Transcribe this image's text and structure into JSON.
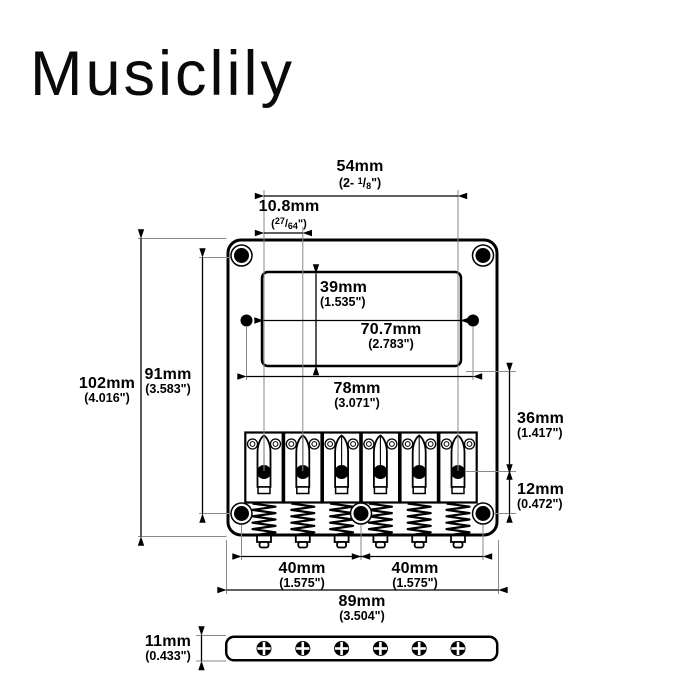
{
  "brand": "Musiclily",
  "colors": {
    "ink": "#000000",
    "paper": "#ffffff",
    "extension_line": "#8a8a8a"
  },
  "parts": {
    "saddle_count": 6,
    "spring_count": 6,
    "corner_hole_count": 5,
    "pickup_screw_hole_count": 2,
    "side_view_screw_count": 6
  },
  "dims": {
    "d54": {
      "mm": "54mm",
      "in_parts": [
        "(2- ",
        "1",
        "/",
        "8",
        "\")"
      ]
    },
    "d10_8": {
      "mm": "10.8mm",
      "in_parts": [
        "(",
        "27",
        "/",
        "64",
        "\")"
      ]
    },
    "d39": {
      "mm": "39mm",
      "in": "(1.535\")"
    },
    "d70_7": {
      "mm": "70.7mm",
      "in": "(2.783\")"
    },
    "d78": {
      "mm": "78mm",
      "in": "(3.071\")"
    },
    "d102": {
      "mm": "102mm",
      "in": "(4.016\")"
    },
    "d91": {
      "mm": "91mm",
      "in": "(3.583\")"
    },
    "d36": {
      "mm": "36mm",
      "in": "(1.417\")"
    },
    "d12": {
      "mm": "12mm",
      "in": "(0.472\")"
    },
    "d40_left": {
      "mm": "40mm",
      "in": "(1.575\")"
    },
    "d40_right": {
      "mm": "40mm",
      "in": "(1.575\")"
    },
    "d89": {
      "mm": "89mm",
      "in": "(3.504\")"
    },
    "d11": {
      "mm": "11mm",
      "in": "(0.433\")"
    }
  }
}
